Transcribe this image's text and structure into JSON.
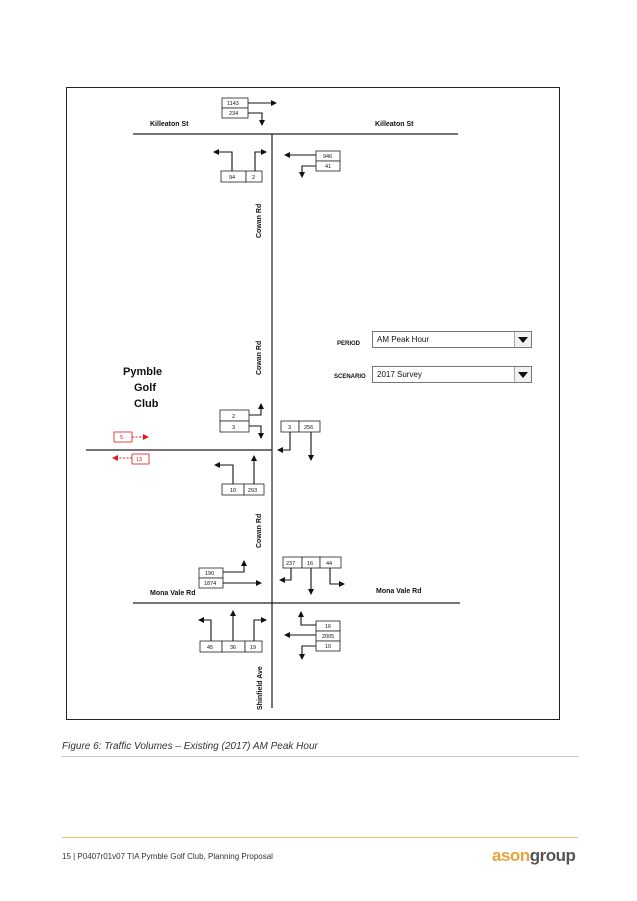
{
  "diagram": {
    "streets": {
      "killeaton_left": "Killeaton St",
      "killeaton_right": "Killeaton St",
      "cowan_1": "Cowan Rd",
      "cowan_2": "Cowan Rd",
      "cowan_3": "Cowan Rd",
      "mona_vale_left": "Mona Vale Rd",
      "mona_vale_right": "Mona Vale Rd",
      "shinfield": "Shinfield Ave"
    },
    "place_label": [
      "Pymble",
      "Golf",
      "Club"
    ],
    "killeaton_intersection": {
      "north_approach": [
        "1143",
        "234"
      ],
      "south_approach": [
        "94",
        "2"
      ],
      "east_approach": [
        "946",
        "41"
      ]
    },
    "site_access": {
      "north_approach": [
        "2",
        "3"
      ],
      "east_approach": [
        "3",
        "256"
      ],
      "south_approach": [
        "10",
        "293"
      ],
      "site_in": "5",
      "site_out": "13"
    },
    "mona_vale_intersection": {
      "north_approach": [
        "237",
        "16",
        "44"
      ],
      "west_approach": [
        "190",
        "1874"
      ],
      "south_approach": [
        "45",
        "36",
        "19"
      ],
      "east_approach": [
        "16",
        "2005",
        "10"
      ]
    },
    "controls": {
      "period_label": "PERIOD",
      "period_value": "AM Peak Hour",
      "scenario_label": "SCENARIO",
      "scenario_value": "2017 Survey"
    }
  },
  "caption": "Figure 6: Traffic Volumes – Existing (2017) AM Peak Hour",
  "footer": "15 | P0407r01v07 TIA Pymble Golf Club, Planning Proposal",
  "logo": {
    "part1": "ason",
    "part2": "group",
    "accent": "#e7a23a"
  }
}
